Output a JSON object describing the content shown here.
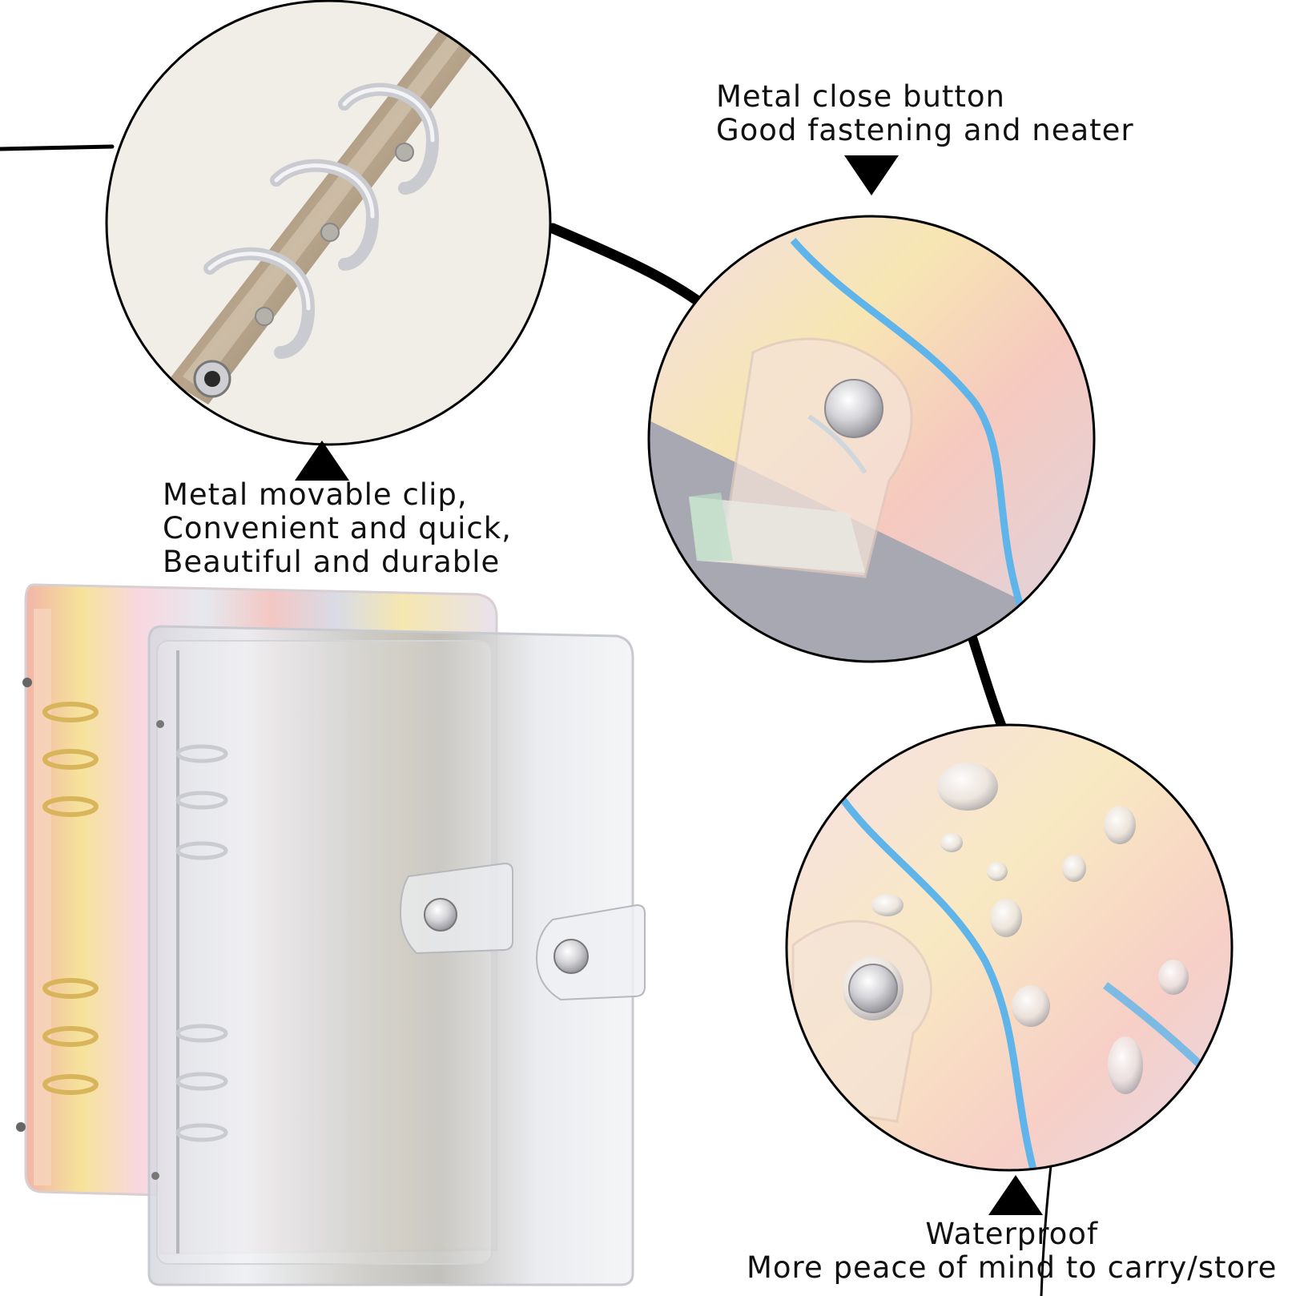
{
  "captions": {
    "rings": {
      "line1": "Metal movable clip,",
      "line2": "Convenient and quick,",
      "line3": "Beautiful and durable"
    },
    "button": {
      "line1": "Metal close button",
      "line2": "Good fastening and neater"
    },
    "water": {
      "line1": "Waterproof",
      "line2": "More peace of mind to carry/store"
    }
  },
  "colors": {
    "background": "#ffffff",
    "text": "#111111",
    "connector": "#000000",
    "ring_gold": "#d8b45a",
    "ring_silver": "#c9cbd0",
    "hologram_pink": "#f6c9c2",
    "hologram_yellow": "#f4e6a6",
    "hologram_blue": "#5fb4ea",
    "snap_metal": "#d9d9dc",
    "page_cream": "#f1eee8"
  },
  "icons": {
    "pointer": "triangle-pointer-icon"
  }
}
